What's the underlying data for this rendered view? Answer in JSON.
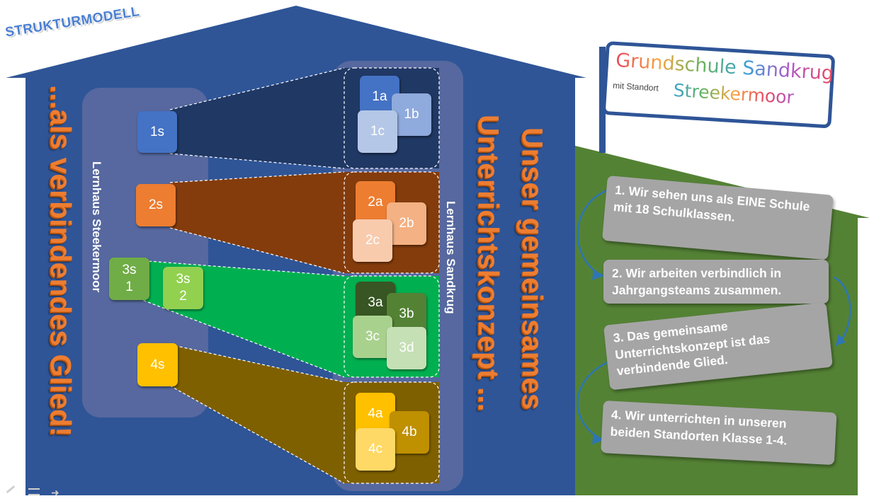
{
  "title": "STRUKTURMODELL",
  "vertical_left": "...als verbindendes Glied!",
  "vertical_right_line1": "Unser gemeinsames",
  "vertical_right_line2": "Unterrichtskonzept ...",
  "lernhaus_left": "Lernhaus Steekermoor",
  "lernhaus_right": "Lernhaus Sandkrug",
  "school_sign": {
    "name": "Grundschule Sandkrug",
    "sub_small": "mit Standort",
    "sub_big": "Streekermoor"
  },
  "classes_s": {
    "c1s": "1s",
    "c2s": "2s",
    "c3s1_a": "3s",
    "c3s1_b": "1",
    "c3s2_a": "3s",
    "c3s2_b": "2",
    "c4s": "4s"
  },
  "classes": {
    "c1a": "1a",
    "c1b": "1b",
    "c1c": "1c",
    "c2a": "2a",
    "c2b": "2b",
    "c2c": "2c",
    "c3a": "3a",
    "c3b": "3b",
    "c3c": "3c",
    "c3d": "3d",
    "c4a": "4a",
    "c4b": "4b",
    "c4c": "4c"
  },
  "statements": [
    "1.  Wir sehen uns als EINE Schule mit 18 Schulklassen.",
    "2. Wir arbeiten verbindlich in Jahrgangsteams zusammen.",
    "3. Das gemeinsame Unterrichtskonzept ist das verbindende Glied.",
    "4. Wir unterrichten in unseren beiden Standorten Klasse 1-4."
  ],
  "colors": {
    "house": "#2f5597",
    "grass": "#548235",
    "grade1": "#203864",
    "grade2": "#843c0c",
    "grade3": "#00b050",
    "grade4": "#7f6000",
    "accent_title": "#ed7d31"
  }
}
